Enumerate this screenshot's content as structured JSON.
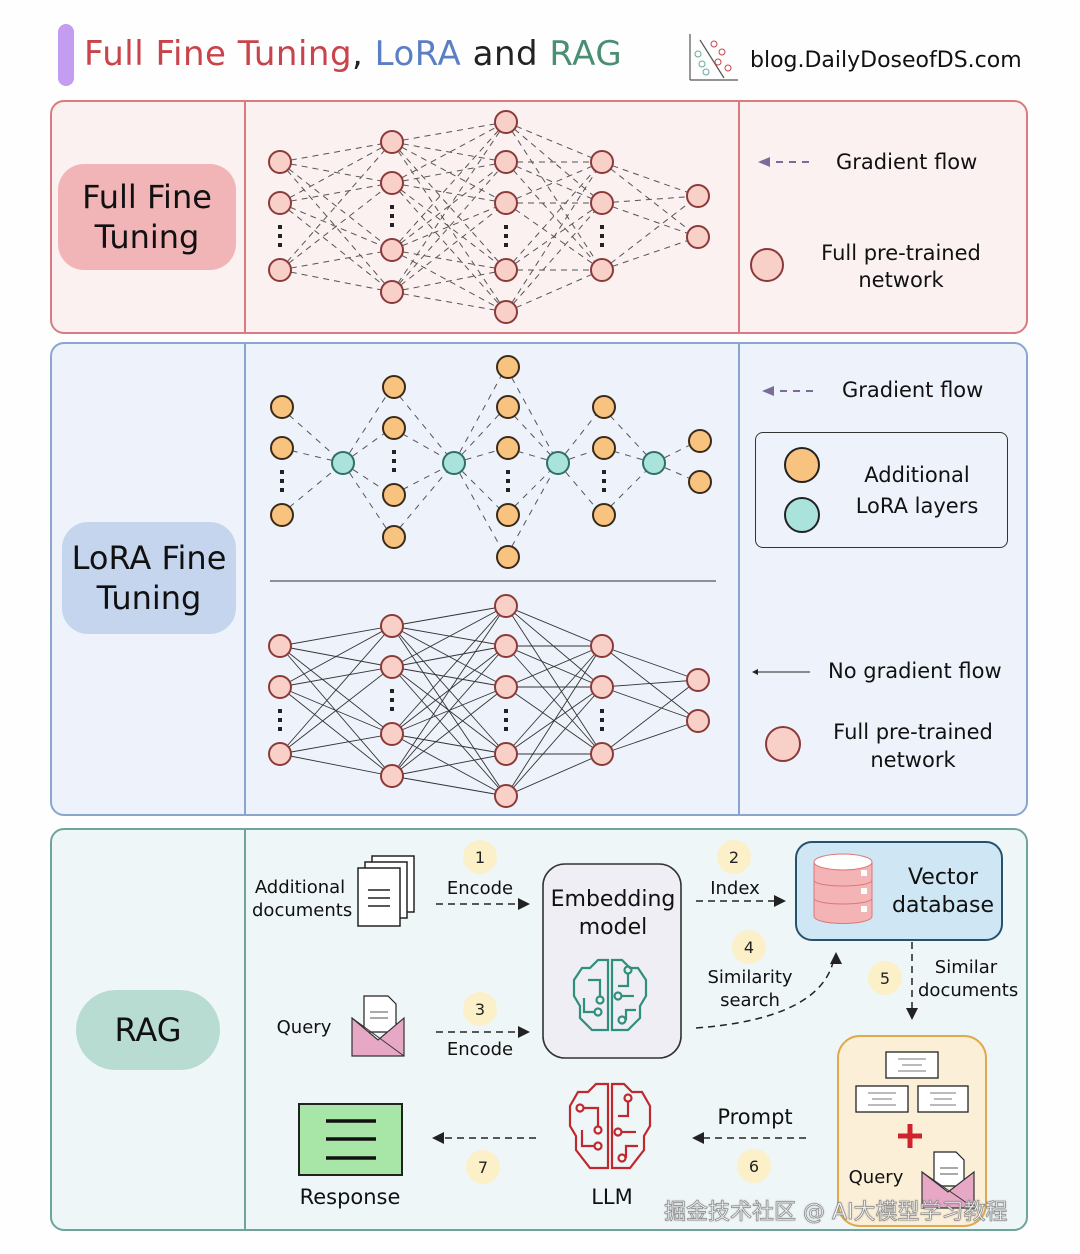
{
  "header": {
    "title_parts": [
      "Full Fine Tuning",
      ",",
      "LoRA",
      "and",
      "RAG"
    ],
    "logo_icon": "scatter-plot-logo-icon",
    "blog_url_text": "blog.DailyDoseofDS.com"
  },
  "colors": {
    "full_ft_accent": "#c8434a",
    "lora_accent": "#5b7fc4",
    "rag_accent": "#4a8f74",
    "pretrained_node": "#f9d0c8",
    "lora_node_orange": "#f8c27f",
    "lora_node_teal": "#a9e3dc",
    "gradient_arrow": "#7a6b9a"
  },
  "full_fine_tuning": {
    "label_line1": "Full Fine",
    "label_line2": "Tuning",
    "network": {
      "layers": [
        3,
        4,
        5,
        3,
        2
      ],
      "ellipsis": "⋮"
    },
    "legend": {
      "gradient_flow": "Gradient flow",
      "pretrained_line1": "Full pre-trained",
      "pretrained_line2": "network"
    }
  },
  "lora_fine_tuning": {
    "label_line1": "LoRA Fine",
    "label_line2": "Tuning",
    "lora_network": {
      "layers": [
        3,
        4,
        5,
        3,
        2
      ],
      "bottleneck_nodes": 4
    },
    "frozen_network": {
      "layers": [
        3,
        4,
        5,
        3,
        2
      ]
    },
    "legend": {
      "gradient_flow": "Gradient flow",
      "additional_line1": "Additional",
      "additional_line2": "LoRA layers",
      "no_gradient_flow": "No gradient flow",
      "pretrained_line1": "Full pre-trained",
      "pretrained_line2": "network"
    }
  },
  "rag": {
    "label": "RAG",
    "additional_docs_line1": "Additional",
    "additional_docs_line2": "documents",
    "query": "Query",
    "embedding_line1": "Embedding",
    "embedding_line2": "model",
    "vector_line1": "Vector",
    "vector_line2": "database",
    "steps": [
      {
        "num": "1",
        "label": "Encode"
      },
      {
        "num": "2",
        "label": "Index"
      },
      {
        "num": "3",
        "label": "Encode"
      },
      {
        "num": "4",
        "label_line1": "Similarity",
        "label_line2": "search"
      },
      {
        "num": "5",
        "label_line1": "Similar",
        "label_line2": "documents"
      },
      {
        "num": "6",
        "label": "Prompt"
      },
      {
        "num": "7",
        "label": ""
      }
    ],
    "prompt_box_query": "Query",
    "plus_sign": "+",
    "llm": "LLM",
    "response": "Response"
  },
  "watermark": "掘金技术社区 @ AI大模型学习教程"
}
